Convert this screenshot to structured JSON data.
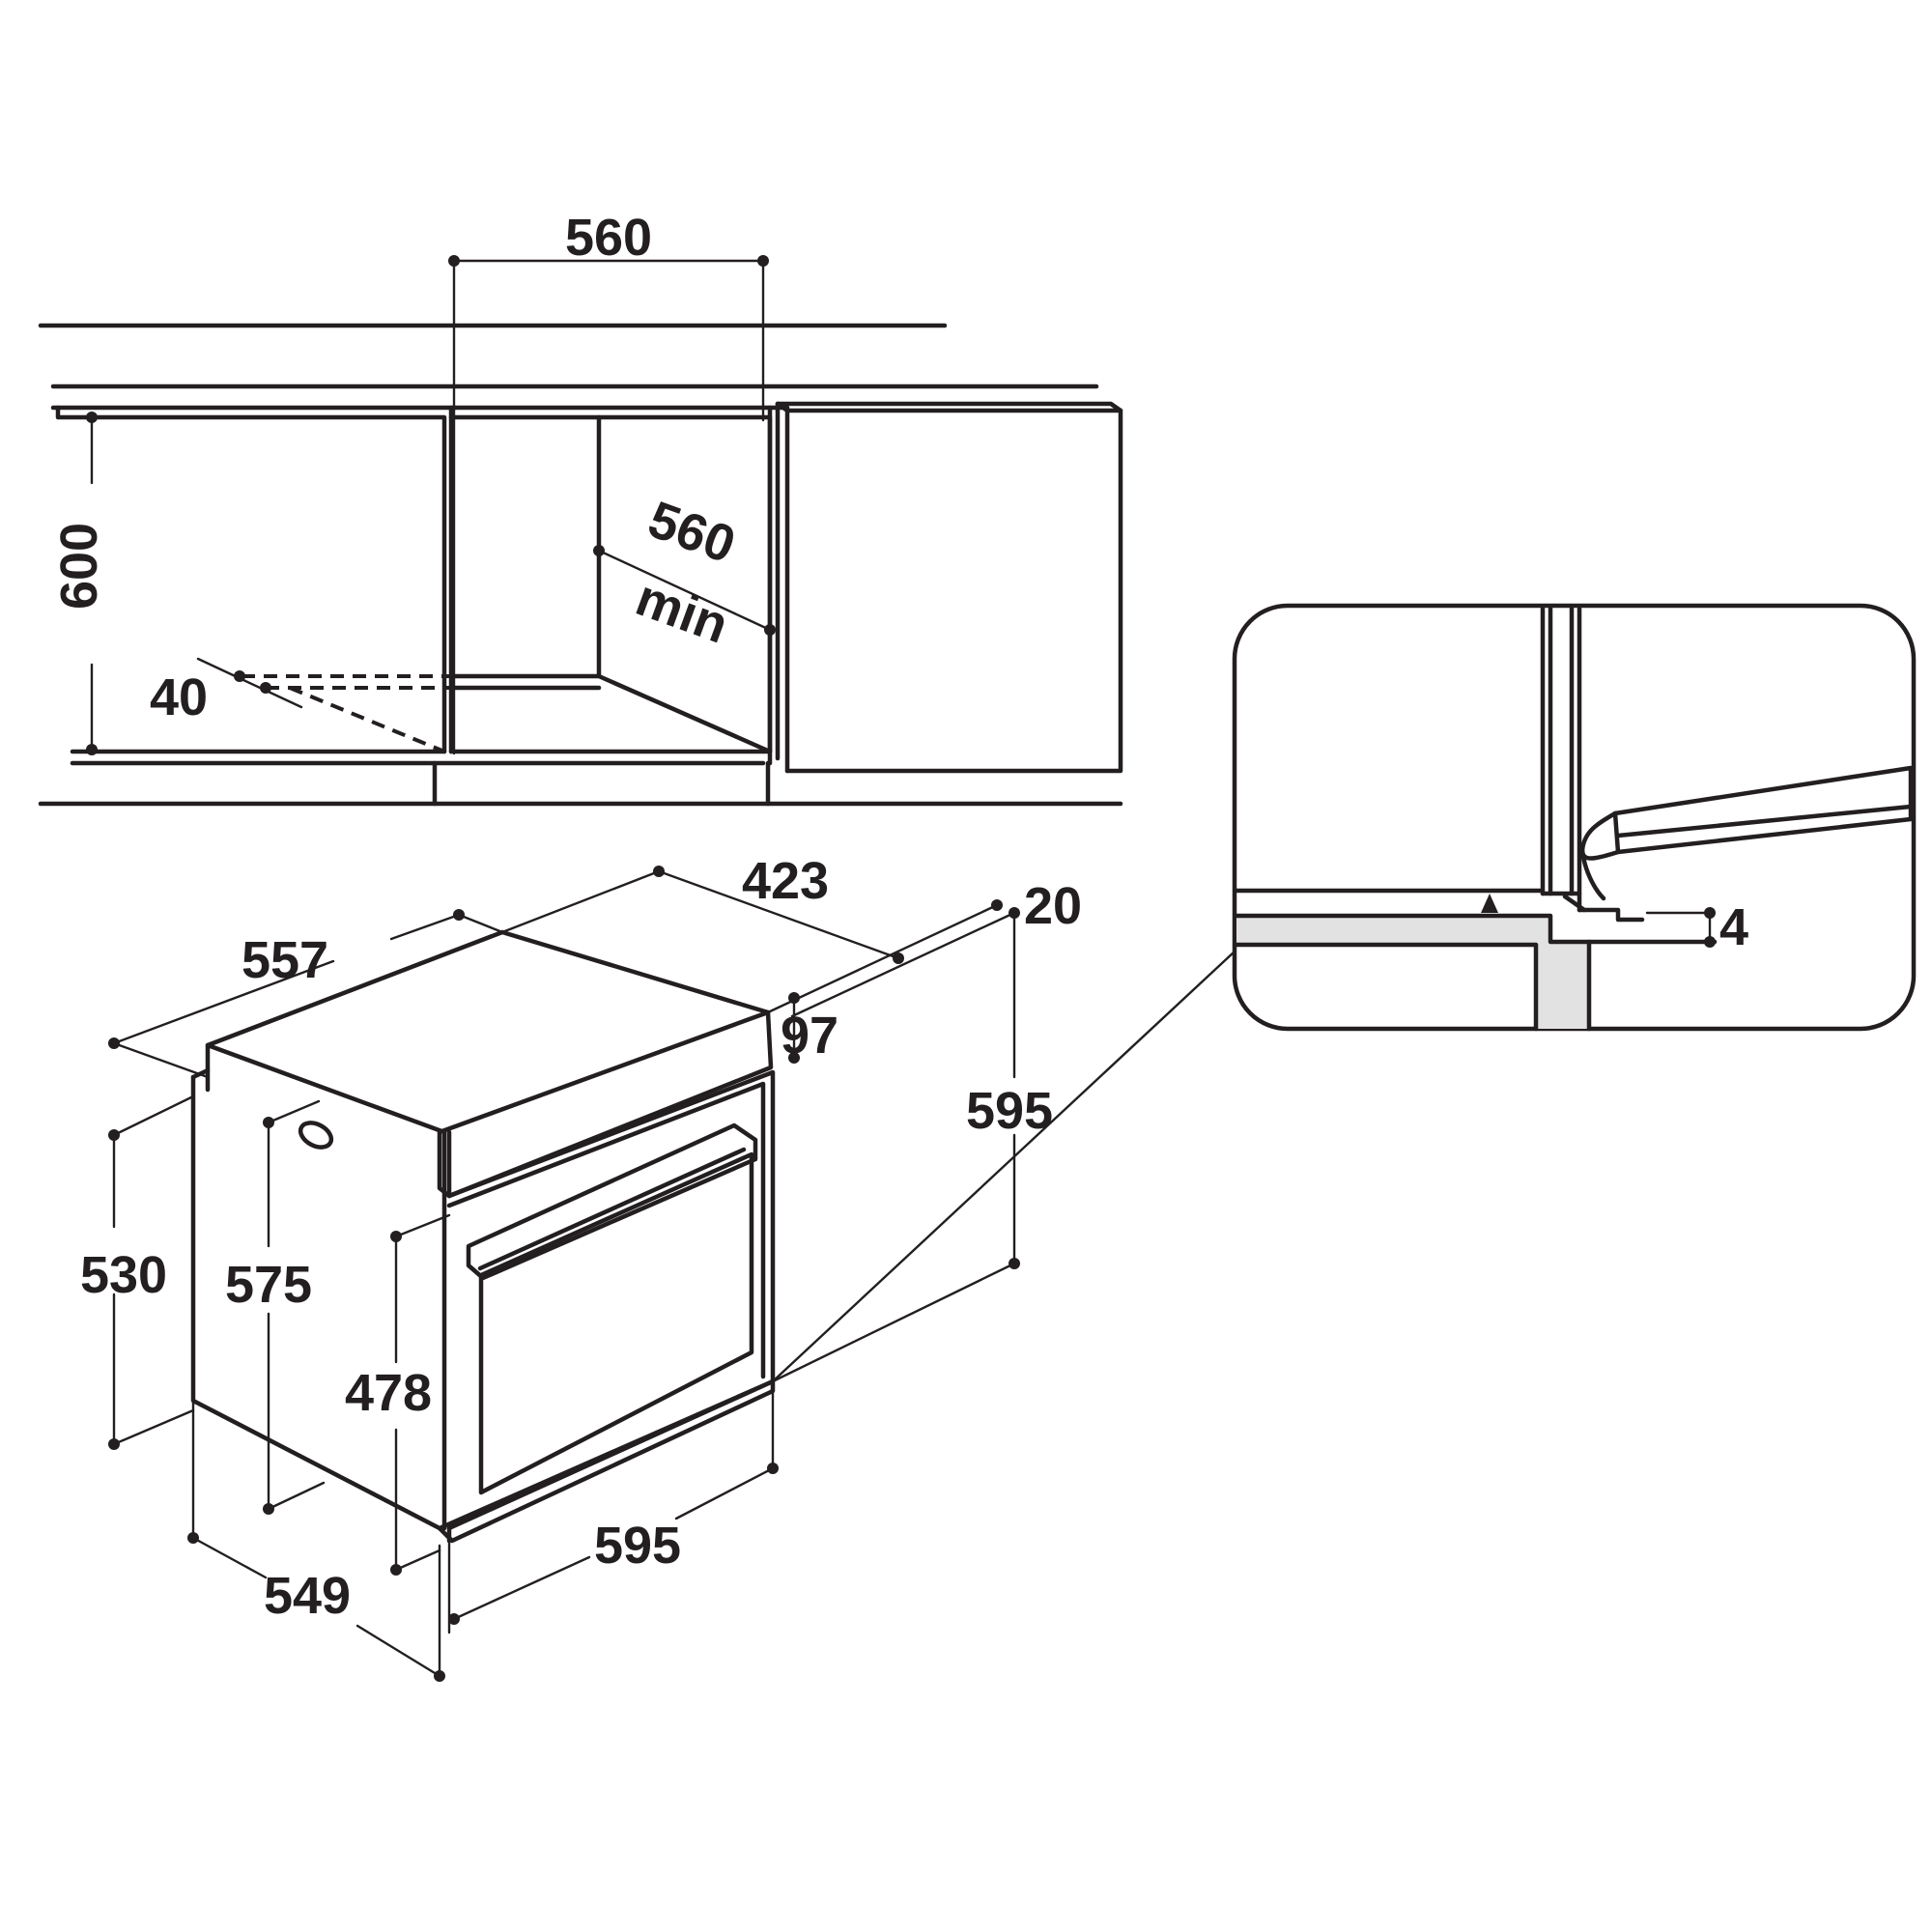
{
  "niche_view": {
    "width": "560",
    "height": "600",
    "depth": "560",
    "depth_note": "min",
    "vent": "40"
  },
  "oven_view": {
    "top_depth": "423",
    "top_width": "557",
    "frame_thickness": "20",
    "panel_height": "97",
    "front_height": "595",
    "body_height": "530",
    "side_height": "575",
    "door_height": "478",
    "front_width": "595",
    "side_depth": "549"
  },
  "detail_view": {
    "gap": "4"
  },
  "colors": {
    "line": "#231f20",
    "fill": "#e2e2e2"
  }
}
